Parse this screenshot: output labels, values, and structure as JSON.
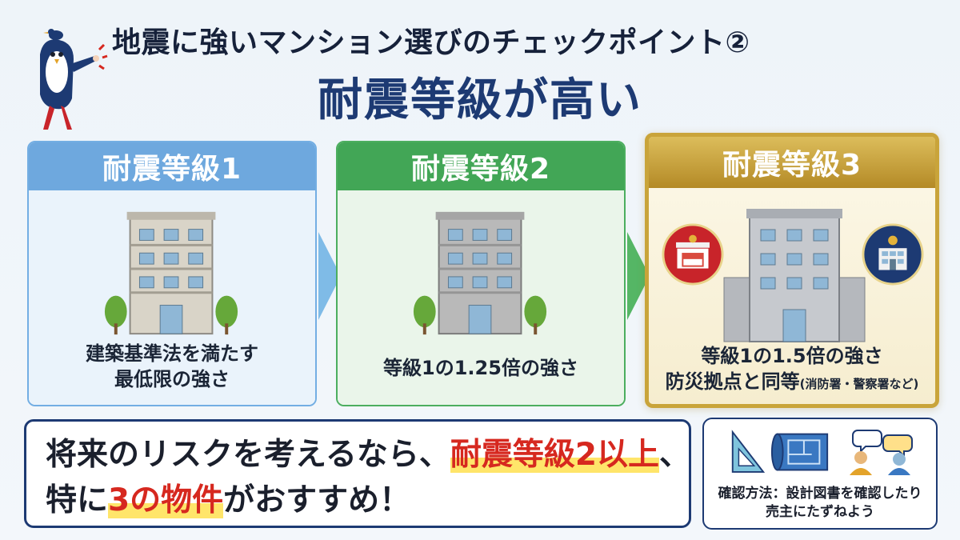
{
  "header": {
    "subtitle": "地震に強いマンション選びのチェックポイント②",
    "title": "耐震等級が高い"
  },
  "cards": [
    {
      "label": "耐震等級1",
      "desc_line1": "建築基準法を満たす",
      "desc_line2": "最低限の強さ",
      "color": "#6ea8de"
    },
    {
      "label": "耐震等級2",
      "desc_line1": "等級1の1.25倍の強さ",
      "color": "#42a656"
    },
    {
      "label": "耐震等級3",
      "desc_line1": "等級1の1.5倍の強さ",
      "desc_line2": "防災拠点と同等",
      "desc_note": "(消防署・警察署など)",
      "color": "#c9a43a"
    }
  ],
  "recommendation": {
    "line1_pre": "将来のリスクを考えるなら、",
    "line1_hl": "耐震等級2以上",
    "line1_post": "、",
    "line2_pre": "特に",
    "line2_hl": "3の物件",
    "line2_post": "がおすすめ！",
    "highlight_color": "#d6281f"
  },
  "howto": {
    "line1": "確認方法：設計図書を確認したり",
    "line2": "売主にたずねよう",
    "icons": [
      "ruler-triangle-icon",
      "blueprint-icon",
      "people-talking-icon"
    ]
  },
  "icons": {
    "mascot": "penguin-mascot-icon",
    "fire_station": "fire-station-icon",
    "police_station": "police-station-icon"
  }
}
